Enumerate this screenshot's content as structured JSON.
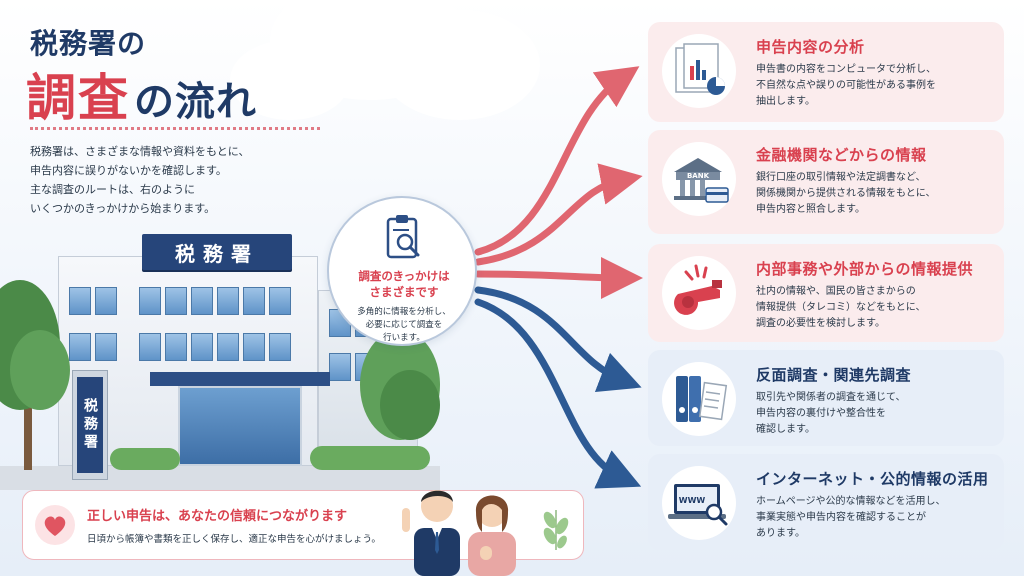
{
  "title": {
    "line1": "税務署の",
    "red": "調査",
    "navy": "の流れ"
  },
  "intro": [
    "税務署は、さまざまな情報や資料をもとに、",
    "申告内容に誤りがないかを確認します。",
    "主な調査のルートは、右のように",
    "いくつかのきっかけから始まります。"
  ],
  "building": {
    "sign_top": "税務署",
    "sign_pillar": "税務署"
  },
  "hub": {
    "title_lines": [
      "調査のきっかけは",
      "さまざまです"
    ],
    "desc_lines": [
      "多角的に情報を分析し、",
      "必要に応じて調査を",
      "行います。"
    ]
  },
  "cards": [
    {
      "title": "申告内容の分析",
      "desc_lines": [
        "申告書の内容をコンピュータで分析し、",
        "不自然な点や誤りの可能性がある事例を",
        "抽出します。"
      ],
      "icon": "document-chart-icon",
      "tone": "red"
    },
    {
      "title": "金融機関などからの情報",
      "desc_lines": [
        "銀行口座の取引情報や法定調書など、",
        "関係機関から提供される情報をもとに、",
        "申告内容と照合します。"
      ],
      "icon": "bank-icon",
      "icon_label": "BANK",
      "tone": "red"
    },
    {
      "title": "内部事務や外部からの情報提供",
      "desc_lines": [
        "社内の情報や、国民の皆さまからの",
        "情報提供（タレコミ）などをもとに、",
        "調査の必要性を検討します。"
      ],
      "icon": "whistle-icon",
      "tone": "red"
    },
    {
      "title": "反面調査・関連先調査",
      "desc_lines": [
        "取引先や関係者の調査を通じて、",
        "申告内容の裏付けや整合性を",
        "確認します。"
      ],
      "icon": "binders-icon",
      "tone": "blue"
    },
    {
      "title": "インターネット・公的情報の活用",
      "desc_lines": [
        "ホームページや公的な情報などを活用し、",
        "事業実態や申告内容を確認することが",
        "あります。"
      ],
      "icon": "laptop-search-icon",
      "icon_label": "WWW",
      "tone": "blue"
    }
  ],
  "banner": {
    "title": "正しい申告は、あなたの信頼につながります",
    "sub": "日頃から帳簿や書類を正しく保存し、適正な申告を心がけましょう。"
  },
  "colors": {
    "red": "#d9414f",
    "navy": "#1f3a66",
    "arrow_red": "#e06670",
    "arrow_blue": "#2d5a94"
  }
}
